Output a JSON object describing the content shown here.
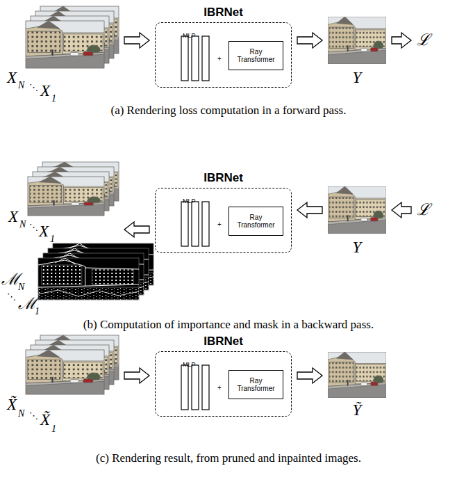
{
  "diagram": {
    "nodes": [
      {
        "text": [
          "X",
          "N",
          "⋱",
          "X",
          "1"
        ]
      },
      {
        "text": [
          "IBRNet"
        ]
      },
      {
        "text": [
          "MLP"
        ],
        "in": 1
      },
      {
        "text": [
          "Ray Transformer"
        ],
        "in": 1
      },
      {
        "text": [
          "Y"
        ]
      },
      {
        "text": [
          "ℒ"
        ]
      },
      {
        "text": [
          "X",
          "N",
          "⋱",
          "X",
          "1"
        ]
      },
      {
        "text": [
          "ℳ",
          "N",
          "⋱",
          "ℳ",
          "1"
        ]
      },
      {
        "text": [
          "IBRNet"
        ]
      },
      {
        "text": [
          "MLP"
        ],
        "in": 8
      },
      {
        "text": [
          "Ray Transformer"
        ],
        "in": 8
      },
      {
        "text": [
          "Y"
        ]
      },
      {
        "text": [
          "ℒ"
        ]
      },
      {
        "text": [
          "X̃",
          "N",
          "⋱",
          "X̃",
          "1"
        ]
      },
      {
        "text": [
          "IBRNet"
        ]
      },
      {
        "text": [
          "MLP"
        ],
        "in": 14
      },
      {
        "text": [
          "Ray Transformer"
        ],
        "in": 14
      },
      {
        "text": [
          "Ỹ"
        ]
      }
    ],
    "edges": [
      {
        "from": 0,
        "to": 1,
        "arrow": "to"
      },
      {
        "from": 1,
        "to": 4,
        "arrow": "to"
      },
      {
        "from": 4,
        "to": 5,
        "arrow": "to"
      },
      {
        "from": 12,
        "to": 11,
        "arrow": "to"
      },
      {
        "from": 11,
        "to": 8,
        "arrow": "to"
      },
      {
        "from": 8,
        "to": 6,
        "arrow": "to"
      },
      {
        "from": 13,
        "to": 14,
        "arrow": "to"
      },
      {
        "from": 14,
        "to": 17,
        "arrow": "to"
      }
    ],
    "labels": [
      "+",
      "(a) Rendering loss computation in a forward pass.",
      "+",
      "(b) Computation of importance and mask in a backward pass.",
      "+",
      "(c) Rendering result, from pruned and inpainted images."
    ]
  }
}
